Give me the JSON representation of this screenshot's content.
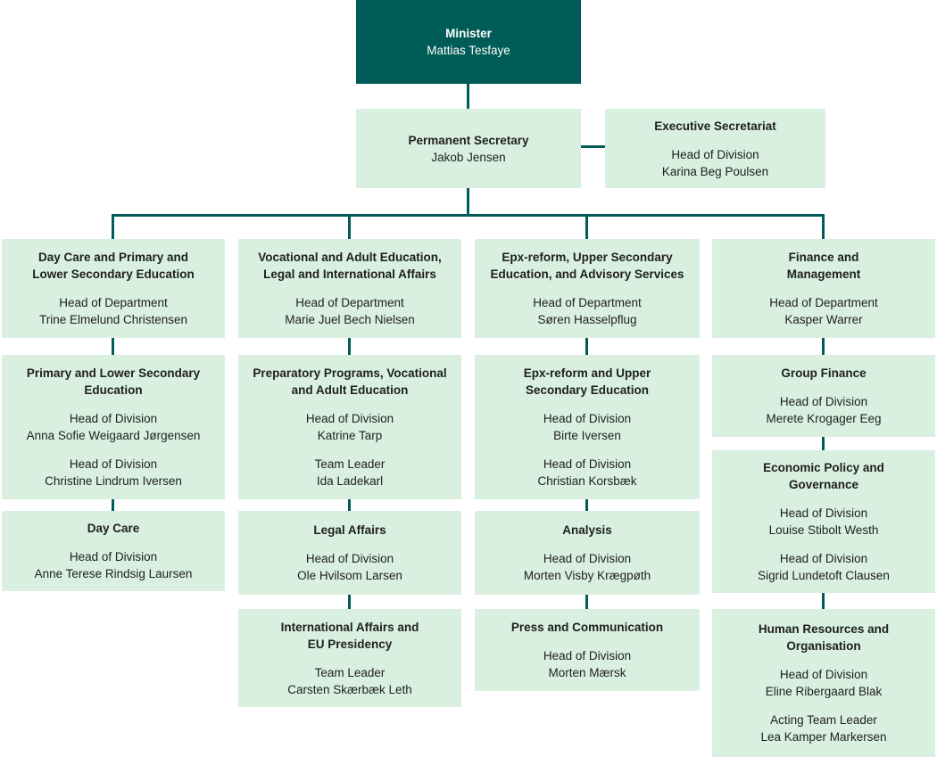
{
  "palette": {
    "box_dark_teal": "#005C56",
    "box_light_green": "#D9F0E1",
    "connector_color": "#005C56",
    "text_color": "#1E1E1E"
  },
  "minister": {
    "title": "Minister",
    "name": "Mattias Tesfaye"
  },
  "permanent_secretary": {
    "title": "Permanent Secretary",
    "name": "Jakob Jensen"
  },
  "executive_secretariat": {
    "title": "Executive Secretariat",
    "entries": [
      {
        "role": "Head of Division",
        "name": "Karina Beg Poulsen"
      }
    ]
  },
  "columns": [
    {
      "department": {
        "title": "Day Care and Primary and\nLower Secondary Education",
        "entries": [
          {
            "role": "Head of Department",
            "name": "Trine Elmelund Christensen"
          }
        ]
      },
      "units": [
        {
          "title": "Primary and Lower Secondary\nEducation",
          "entries": [
            {
              "role": "Head of Division",
              "name": "Anna Sofie Weigaard Jørgensen"
            },
            {
              "role": "Head of Division",
              "name": "Christine Lindrum Iversen"
            }
          ]
        },
        {
          "title": "Day Care",
          "entries": [
            {
              "role": "Head of Division",
              "name": "Anne Terese Rindsig Laursen"
            }
          ]
        }
      ]
    },
    {
      "department": {
        "title": "Vocational and Adult Education,\nLegal and International Affairs",
        "entries": [
          {
            "role": "Head of Department",
            "name": "Marie Juel Bech Nielsen"
          }
        ]
      },
      "units": [
        {
          "title": "Preparatory Programs, Vocational\nand Adult Education",
          "entries": [
            {
              "role": "Head of Division",
              "name": "Katrine Tarp"
            },
            {
              "role": "Team Leader",
              "name": "Ida Ladekarl"
            }
          ]
        },
        {
          "title": "Legal Affairs",
          "entries": [
            {
              "role": "Head of Division",
              "name": "Ole Hvilsom Larsen"
            }
          ]
        },
        {
          "title": "International Affairs and\nEU Presidency",
          "entries": [
            {
              "role": "Team Leader",
              "name": "Carsten Skærbæk Leth"
            }
          ]
        }
      ]
    },
    {
      "department": {
        "title": "Epx-reform, Upper Secondary\nEducation, and Advisory Services",
        "entries": [
          {
            "role": "Head of Department",
            "name": "Søren Hasselpflug"
          }
        ]
      },
      "units": [
        {
          "title": "Epx-reform and Upper\nSecondary Education",
          "entries": [
            {
              "role": "Head of Division",
              "name": "Birte Iversen"
            },
            {
              "role": "Head of Division",
              "name": "Christian Korsbæk"
            }
          ]
        },
        {
          "title": "Analysis",
          "entries": [
            {
              "role": "Head of Division",
              "name": "Morten Visby Krægpøth"
            }
          ]
        },
        {
          "title": "Press and Communication",
          "entries": [
            {
              "role": "Head of Division",
              "name": "Morten Mærsk"
            }
          ]
        }
      ]
    },
    {
      "department": {
        "title": "Finance and\nManagement",
        "entries": [
          {
            "role": "Head of Department",
            "name": "Kasper Warrer"
          }
        ]
      },
      "units": [
        {
          "title": "Group Finance",
          "entries": [
            {
              "role": "Head of Division",
              "name": "Merete Krogager Eeg"
            }
          ]
        },
        {
          "title": "Economic Policy and\nGovernance",
          "entries": [
            {
              "role": "Head of Division",
              "name": "Louise Stibolt Westh"
            },
            {
              "role": "Head of Division",
              "name": "Sigrid Lundetoft Clausen"
            }
          ]
        },
        {
          "title": "Human Resources and\nOrganisation",
          "entries": [
            {
              "role": "Head of Division",
              "name": "Eline Ribergaard Blak"
            },
            {
              "role": "Acting Team Leader",
              "name": "Lea Kamper Markersen"
            }
          ]
        }
      ]
    }
  ]
}
